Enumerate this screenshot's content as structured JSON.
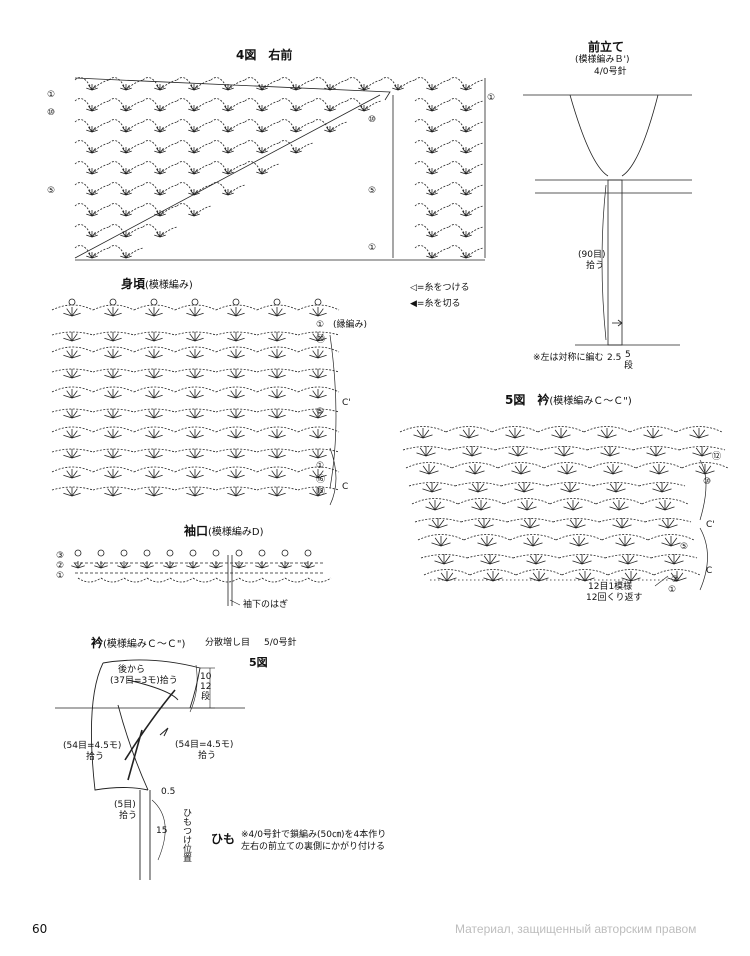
{
  "fig4": {
    "title": "4図　右前",
    "rows": [
      "①",
      "⑩",
      "⑤",
      "①",
      "⑩",
      "⑤",
      "①"
    ],
    "legend_attach": "=糸をつける",
    "legend_cut": "=糸を切る"
  },
  "front_band": {
    "title": "前立て",
    "subtitle": "(模様編みＢ')",
    "needle": "4/0号針",
    "pickup": "(90目)",
    "pickup_word": "拾う",
    "note": "※左は対称に編む",
    "width": "2.5",
    "rows_num": "5",
    "rows_unit": "段"
  },
  "body": {
    "title": "身頃",
    "subtitle": "(模様編み)",
    "rows": [
      "①",
      "⑳",
      "⑤",
      "①",
      "⑯",
      "⑮"
    ],
    "edge_note": "(縁編み)",
    "c_prime": "C'",
    "c": "C"
  },
  "cuff": {
    "title": "袖口",
    "subtitle": "(模様編みD)",
    "rows": [
      "③",
      "②",
      "①"
    ],
    "seam_note": "袖下のはぎ"
  },
  "fig5": {
    "title": "5図　衿",
    "subtitle": "(模様編みＣ～Ｃ\")",
    "rows": [
      "⑫",
      "⑩",
      "⑤",
      "②",
      "①"
    ],
    "c_prime": "C'",
    "c": "C",
    "repeat1": "12目1模様",
    "repeat2": "12回くり返す"
  },
  "collar": {
    "title": "衿",
    "subtitle": "(模様編みＣ～Ｃ\")",
    "increase": "分散増し目",
    "needle": "5/0号針",
    "fig_ref": "5図",
    "back_from": "後から",
    "back_count": "(37目=3モ)",
    "back_pick": "拾う",
    "left_count": "(54目=4.5モ)",
    "left_pick": "拾う",
    "right_count": "(54目=4.5モ)",
    "right_pick": "拾う",
    "bottom_count": "(5目)",
    "bottom_pick": "拾う",
    "depth_num": "10",
    "depth_rows": "12",
    "depth_unit": "段",
    "dim_05": "0.5",
    "dim_15": "15",
    "tie_position": "ひもつけ位置"
  },
  "tie": {
    "title": "ひも",
    "note1": "※4/0号針で鎖編み(50㎝)を4本作り",
    "note2": "左右の前立ての裏側にかがり付ける"
  },
  "page_number": "60",
  "watermark": "Материал, защищенный авторским правом"
}
